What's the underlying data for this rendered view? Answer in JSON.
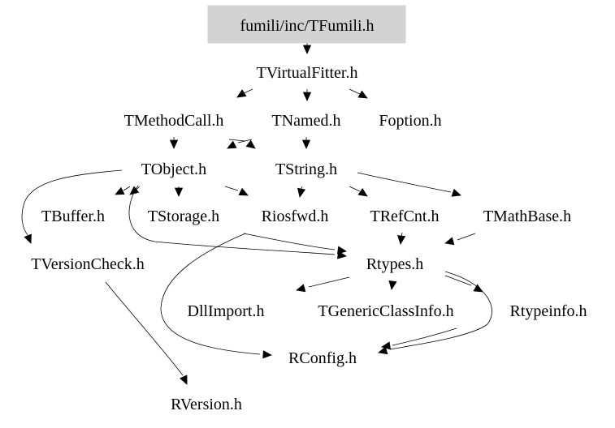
{
  "diagram": {
    "type": "include-dependency-graph",
    "root_fill": "#d3d3d3",
    "nodes": [
      {
        "id": "root",
        "label": "fumili/inc/TFumili.h",
        "root": true
      },
      {
        "id": "TVirtualFitter",
        "label": "TVirtualFitter.h"
      },
      {
        "id": "TMethodCall",
        "label": "TMethodCall.h"
      },
      {
        "id": "TNamed",
        "label": "TNamed.h"
      },
      {
        "id": "Foption",
        "label": "Foption.h"
      },
      {
        "id": "TObject",
        "label": "TObject.h"
      },
      {
        "id": "TString",
        "label": "TString.h"
      },
      {
        "id": "TBuffer",
        "label": "TBuffer.h"
      },
      {
        "id": "TStorage",
        "label": "TStorage.h"
      },
      {
        "id": "Riosfwd",
        "label": "Riosfwd.h"
      },
      {
        "id": "TRefCnt",
        "label": "TRefCnt.h"
      },
      {
        "id": "TMathBase",
        "label": "TMathBase.h"
      },
      {
        "id": "TVersionCheck",
        "label": "TVersionCheck.h"
      },
      {
        "id": "Rtypes",
        "label": "Rtypes.h"
      },
      {
        "id": "DllImport",
        "label": "DllImport.h"
      },
      {
        "id": "TGenericClassInfo",
        "label": "TGenericClassInfo.h"
      },
      {
        "id": "Rtypeinfo",
        "label": "Rtypeinfo.h"
      },
      {
        "id": "RConfig",
        "label": "RConfig.h"
      },
      {
        "id": "RVersion",
        "label": "RVersion.h"
      }
    ],
    "edges": [
      {
        "from": "root",
        "to": "TVirtualFitter"
      },
      {
        "from": "TVirtualFitter",
        "to": "TMethodCall"
      },
      {
        "from": "TVirtualFitter",
        "to": "TNamed"
      },
      {
        "from": "TVirtualFitter",
        "to": "Foption"
      },
      {
        "from": "TMethodCall",
        "to": "TObject"
      },
      {
        "from": "TMethodCall",
        "to": "TString"
      },
      {
        "from": "TNamed",
        "to": "TObject"
      },
      {
        "from": "TNamed",
        "to": "TString"
      },
      {
        "from": "TObject",
        "to": "TBuffer"
      },
      {
        "from": "TObject",
        "to": "TStorage"
      },
      {
        "from": "TObject",
        "to": "Riosfwd"
      },
      {
        "from": "TObject",
        "to": "TVersionCheck"
      },
      {
        "from": "TObject",
        "to": "Rtypes"
      },
      {
        "from": "TString",
        "to": "Riosfwd"
      },
      {
        "from": "TString",
        "to": "TRefCnt"
      },
      {
        "from": "TString",
        "to": "TMathBase"
      },
      {
        "from": "TString",
        "to": "TBuffer"
      },
      {
        "from": "TRefCnt",
        "to": "Rtypes"
      },
      {
        "from": "TMathBase",
        "to": "Rtypes"
      },
      {
        "from": "Riosfwd",
        "to": "RConfig"
      },
      {
        "from": "TStorage",
        "to": "Rtypes"
      },
      {
        "from": "TVersionCheck",
        "to": "RVersion"
      },
      {
        "from": "Rtypes",
        "to": "DllImport"
      },
      {
        "from": "Rtypes",
        "to": "TGenericClassInfo"
      },
      {
        "from": "Rtypes",
        "to": "Rtypeinfo"
      },
      {
        "from": "Rtypes",
        "to": "RConfig"
      },
      {
        "from": "Rtypeinfo",
        "to": "RConfig"
      },
      {
        "from": "RConfig",
        "to": "RVersion"
      }
    ]
  }
}
